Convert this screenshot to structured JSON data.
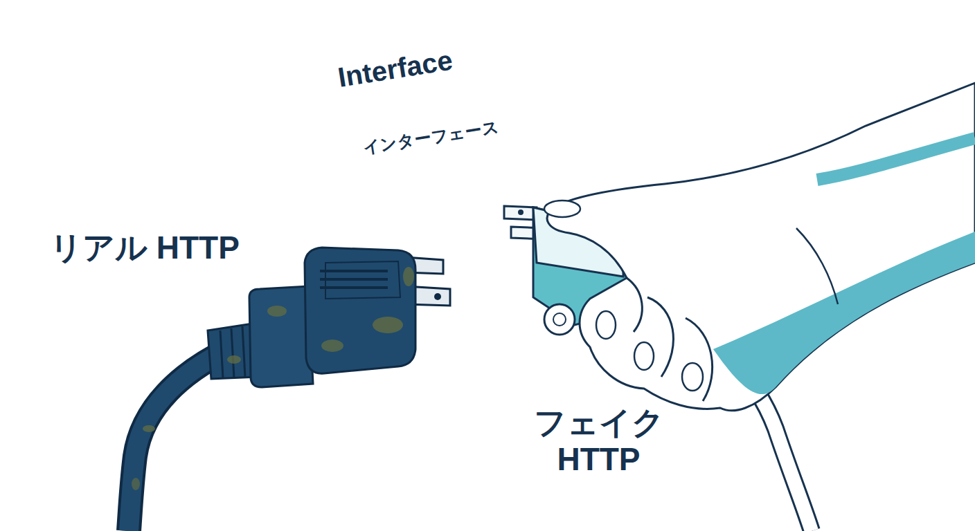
{
  "diagram": {
    "nodes": [
      {
        "text": [
          "Interface",
          "インターフェース"
        ]
      }
    ],
    "labels": [
      "リアル HTTP",
      "フェイク HTTP"
    ]
  }
}
